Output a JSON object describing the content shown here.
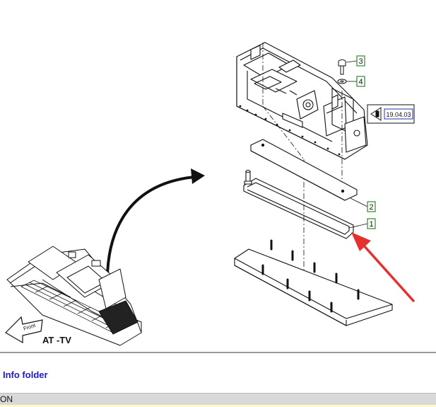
{
  "diagram": {
    "callouts": [
      "1",
      "2",
      "3",
      "4"
    ],
    "reference_code": "19.04.03",
    "view_label": "AT -TV",
    "compass_label": "Front"
  },
  "footer": {
    "info_link": "Info folder",
    "status_text": "ON"
  },
  "colors": {
    "callout_border": "#2e8b2e",
    "highlight_arrow": "#e53030",
    "link": "#1a1acc"
  }
}
